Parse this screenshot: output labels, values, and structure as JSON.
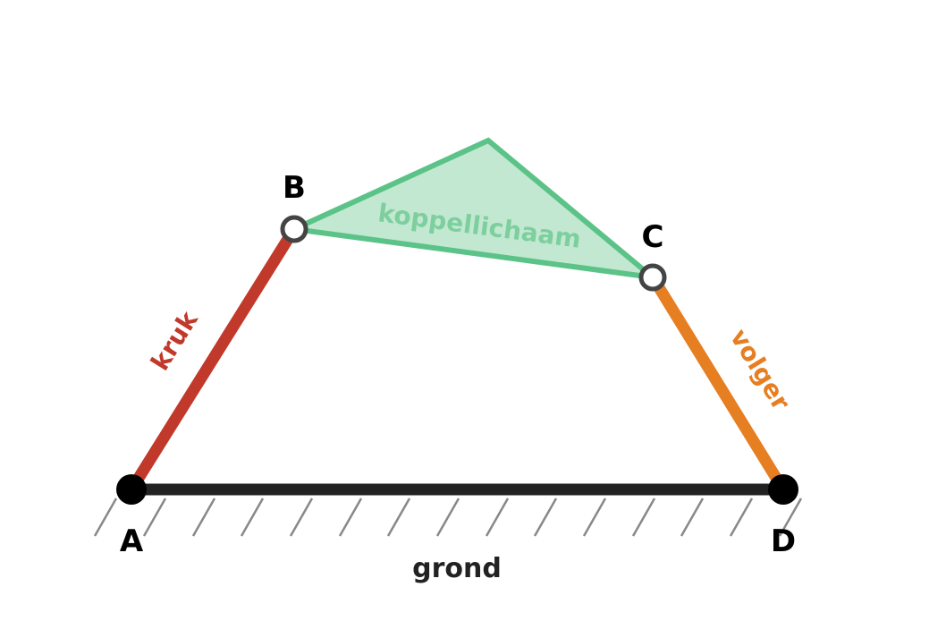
{
  "points": {
    "A": "A",
    "B": "B",
    "C": "C",
    "D": "D"
  },
  "links": {
    "crank": "kruk",
    "coupler": "koppellichaam",
    "follower": "volger",
    "ground": "grond"
  },
  "colors": {
    "crank": "#c0392b",
    "follower": "#e67e22",
    "coupler_fill": "#c3e8d1",
    "coupler_stroke": "#5bc388",
    "coupler_text": "#7dcf9e",
    "ground_bar": "#222222",
    "hatch": "#888888",
    "joint_open_stroke": "#444444",
    "joint_fixed": "#000000"
  }
}
